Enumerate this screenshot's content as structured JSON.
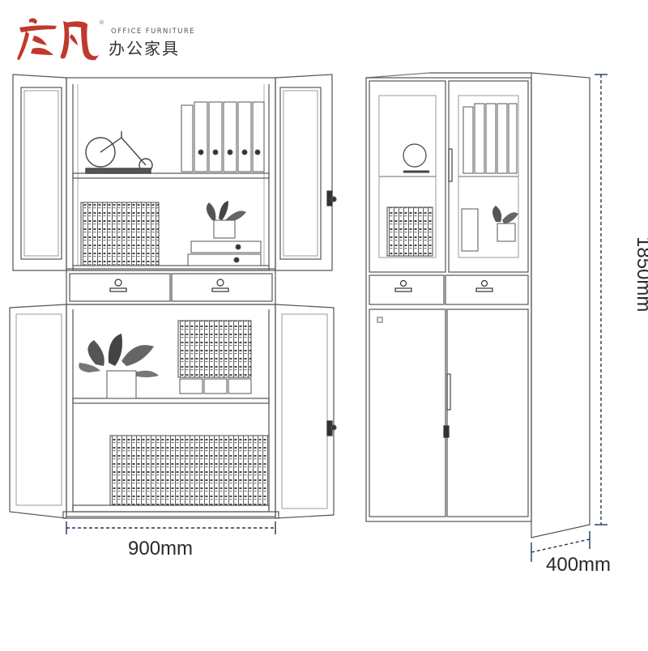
{
  "brand": {
    "logo_text": "庆凡",
    "english_tagline": "OFFICE FURNITURE",
    "registered_mark": "®",
    "chinese_tagline": "办公家具",
    "logo_color": "#c0392b"
  },
  "dimensions": {
    "width_label": "900mm",
    "depth_label": "400mm",
    "height_label": "1850mm",
    "line_color": "#1f3a5a"
  },
  "illustration": {
    "style": "line-drawing",
    "left_view": "open-doors-front",
    "right_view": "closed-doors-perspective"
  }
}
